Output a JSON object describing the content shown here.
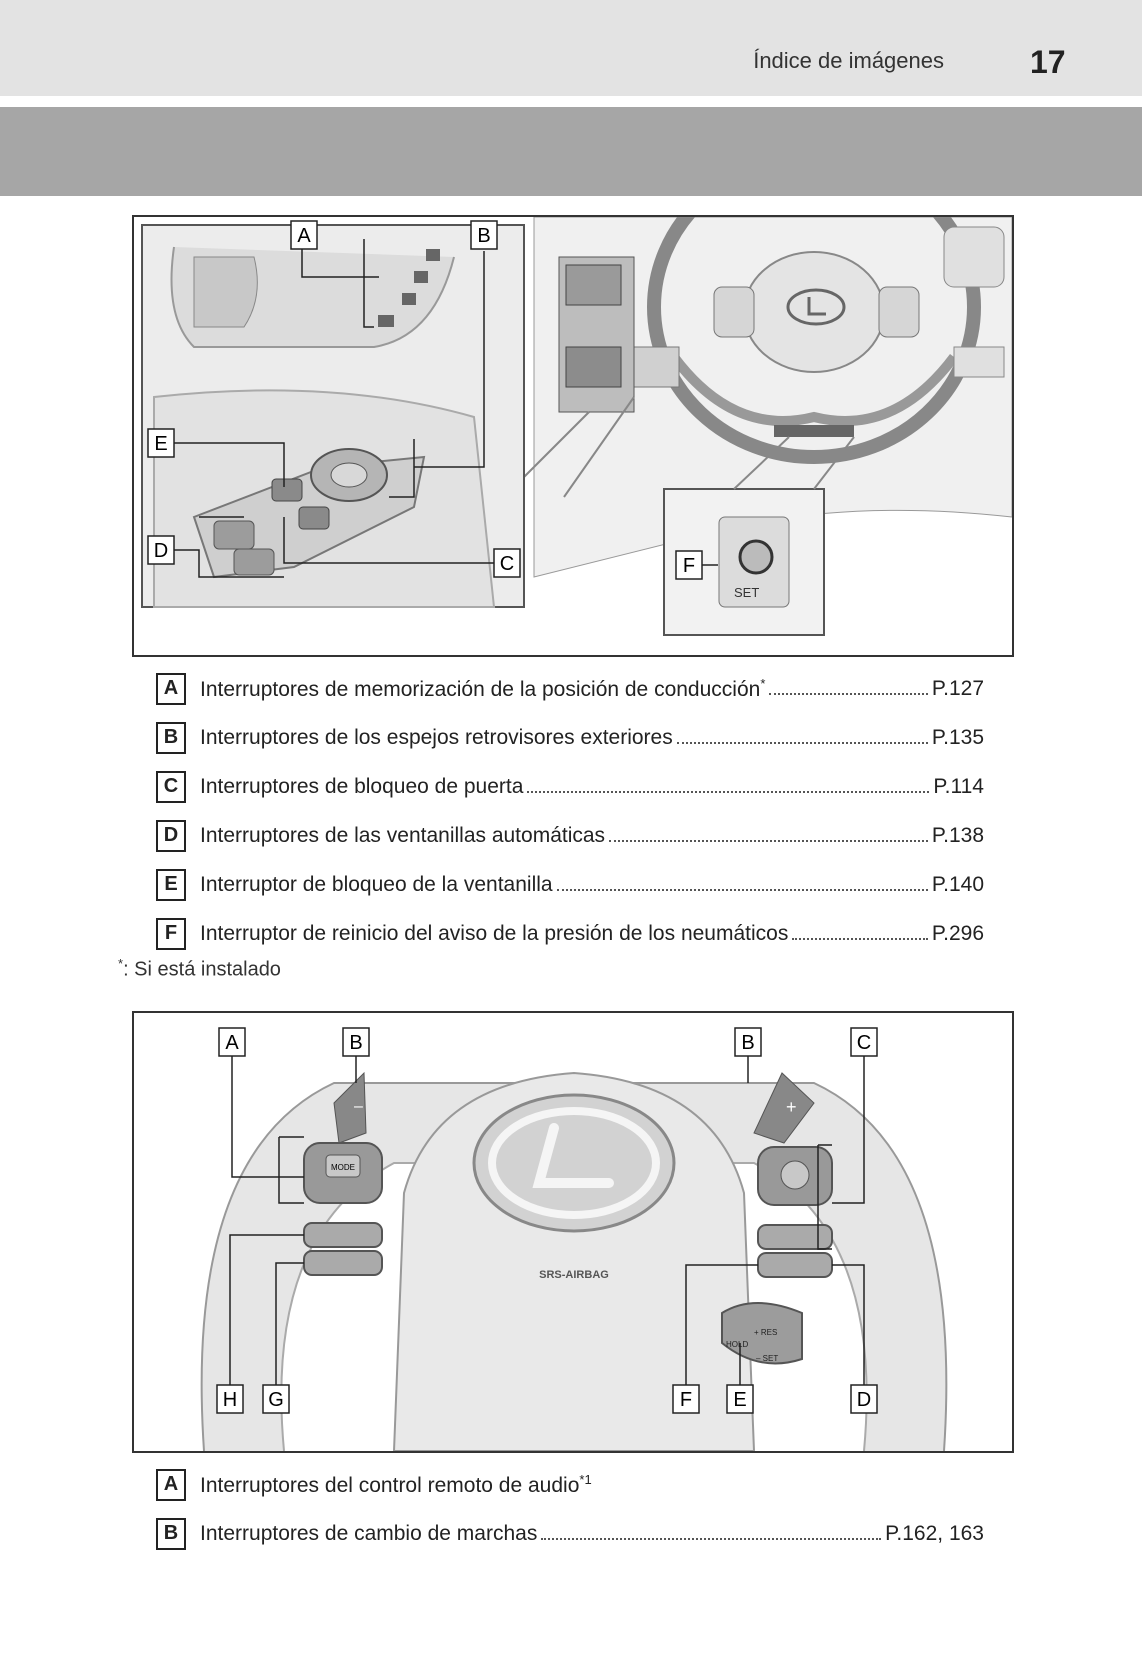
{
  "header": {
    "title": "Índice de imágenes",
    "page_number": "17"
  },
  "figure1": {
    "callouts": [
      "A",
      "B",
      "E",
      "D",
      "C",
      "F"
    ],
    "set_label": "SET"
  },
  "legend1": [
    {
      "letter": "A",
      "text": "Interruptores de memorización de la posición de conducción",
      "note": "*",
      "ref": "P.127"
    },
    {
      "letter": "B",
      "text": "Interruptores de los espejos retrovisores exteriores",
      "note": "",
      "ref": "P.135"
    },
    {
      "letter": "C",
      "text": "Interruptores de bloqueo de puerta",
      "note": "",
      "ref": "P.114"
    },
    {
      "letter": "D",
      "text": "Interruptores de las ventanillas automáticas",
      "note": "",
      "ref": "P.138"
    },
    {
      "letter": "E",
      "text": "Interruptor de bloqueo de la ventanilla",
      "note": "",
      "ref": "P.140"
    },
    {
      "letter": "F",
      "text": "Interruptor de reinicio del aviso de la presión de los neumáticos",
      "note": "",
      "ref": "P.296"
    }
  ],
  "footnote": {
    "mark": "*",
    "text": ":  Si está instalado"
  },
  "figure2": {
    "callouts": [
      "A",
      "B",
      "B",
      "C",
      "H",
      "G",
      "F",
      "E",
      "D"
    ],
    "mode_label": "MODE",
    "airbag_label": "SRS-AIRBAG",
    "res_label": "+ RES",
    "hold_label": "HOLD",
    "set_label": "– SET"
  },
  "legend2": [
    {
      "letter": "A",
      "text": "Interruptores del control remoto de audio",
      "note": "*1",
      "ref": ""
    },
    {
      "letter": "B",
      "text": "Interruptores de cambio de marchas",
      "note": "",
      "ref": "P.162, 163"
    }
  ]
}
